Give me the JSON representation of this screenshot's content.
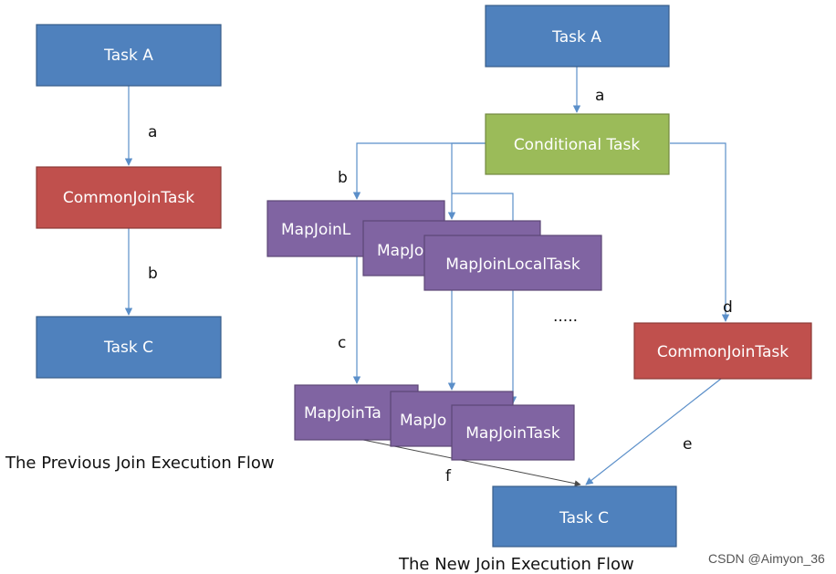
{
  "left": {
    "task_a": "Task A",
    "edge_a": "a",
    "common_join": "CommonJoinTask",
    "edge_b": "b",
    "task_c": "Task C",
    "caption": "The Previous Join Execution Flow"
  },
  "right": {
    "task_a": "Task A",
    "edge_a": "a",
    "conditional": "Conditional Task",
    "edge_b": "b",
    "local_1": "MapJoinL",
    "local_2": "MapJo",
    "local_3": "MapJoinLocalTask",
    "ellipsis": ".....",
    "edge_c": "c",
    "edge_d": "d",
    "common_join": "CommonJoinTask",
    "map_1": "MapJoinTa",
    "map_2": "MapJo",
    "map_3": "MapJoinTask",
    "edge_e": "e",
    "edge_f": "f",
    "task_c": "Task C",
    "caption": "The New Join Execution Flow"
  },
  "watermark": "CSDN @Aimyon_36",
  "colors": {
    "blue_fill": "#4f81bd",
    "blue_stroke": "#385d8a",
    "red_fill": "#c0504d",
    "red_stroke": "#8c3836",
    "green_fill": "#9bbb59",
    "green_stroke": "#71893f",
    "purple_fill": "#8064a2",
    "purple_stroke": "#5c4776",
    "arrow": "#5b8fc9"
  }
}
